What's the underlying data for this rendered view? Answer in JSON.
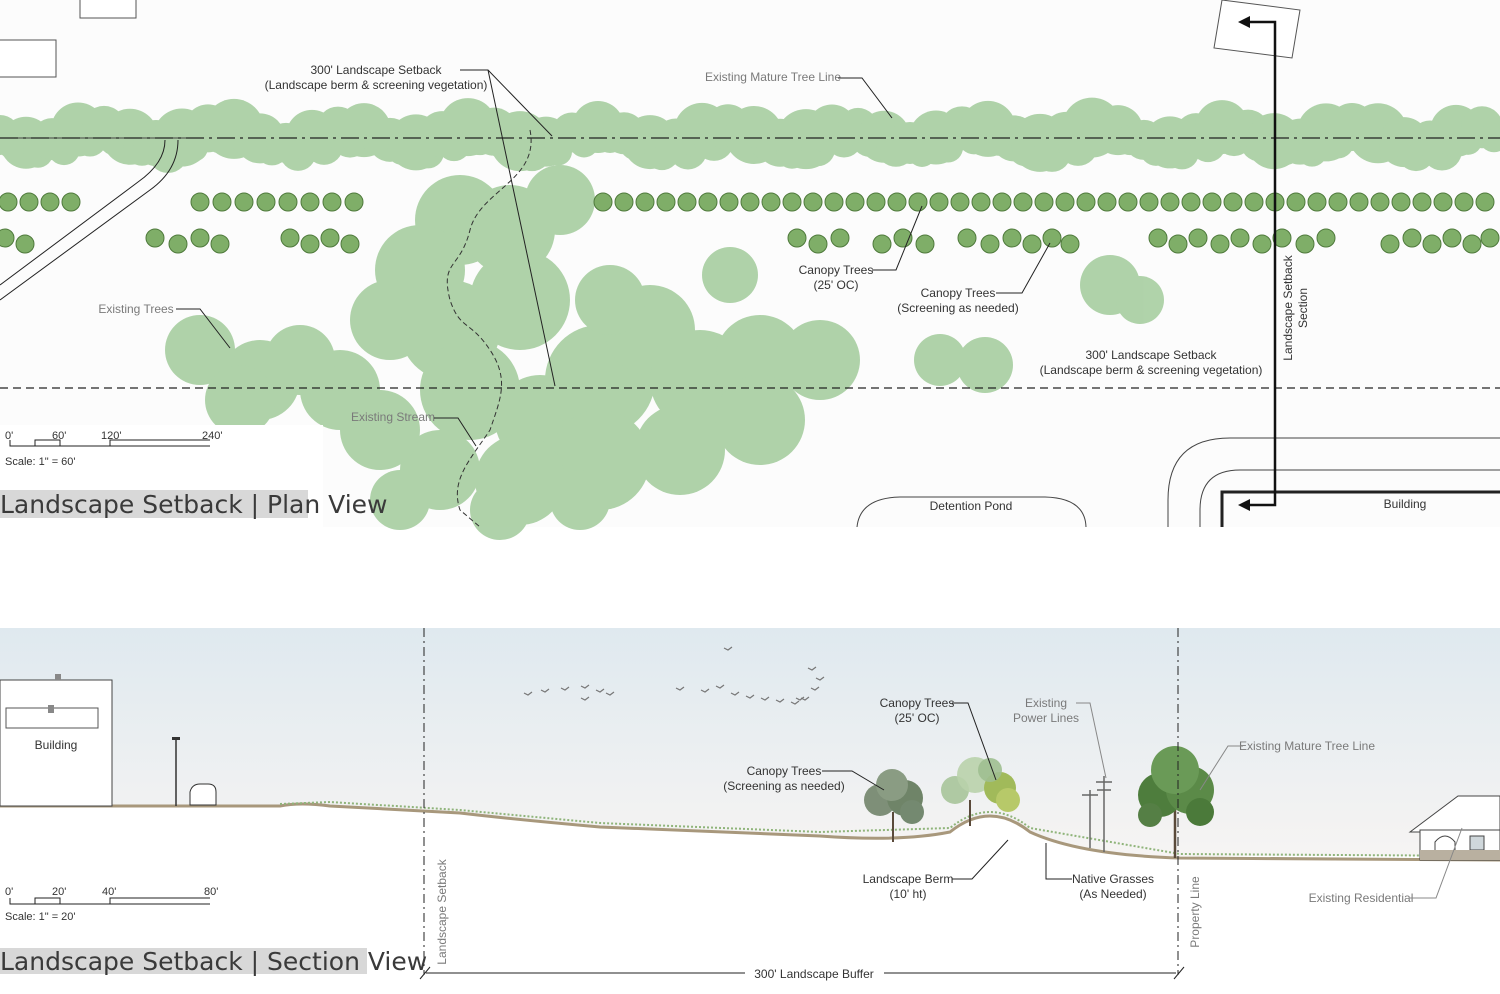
{
  "plan": {
    "title": "Landscape Setback | Plan View",
    "scale_ticks": [
      "0'",
      "60'",
      "120'",
      "240'"
    ],
    "scale": "Scale: 1\" = 60'",
    "labels": {
      "setback_top_1": "300' Landscape Setback",
      "setback_top_2": "(Landscape berm & screening vegetation)",
      "mature_tree_line": "Existing Mature Tree Line",
      "existing_trees": "Existing Trees",
      "canopy_25_1": "Canopy Trees",
      "canopy_25_2": "(25' OC)",
      "canopy_screen_1": "Canopy Trees",
      "canopy_screen_2": "(Screening as needed)",
      "setback_mid_1": "300' Landscape Setback",
      "setback_mid_2": "(Landscape berm & screening vegetation)",
      "stream": "Existing Stream",
      "pond": "Detention Pond",
      "building": "Building",
      "section_1": "Landscape Setback",
      "section_2": "Section"
    }
  },
  "section": {
    "title": "Landscape Setback | Section View",
    "scale_ticks": [
      "0'",
      "20'",
      "40'",
      "80'"
    ],
    "scale": "Scale: 1\" = 20'",
    "labels": {
      "building": "Building",
      "canopy_25_1": "Canopy Trees",
      "canopy_25_2": "(25' OC)",
      "canopy_screen_1": "Canopy Trees",
      "canopy_screen_2": "(Screening as needed)",
      "power_1": "Existing",
      "power_2": "Power Lines",
      "mature_tree_line": "Existing Mature Tree Line",
      "berm_1": "Landscape Berm",
      "berm_2": "(10' ht)",
      "grasses_1": "Native Grasses",
      "grasses_2": "(As Needed)",
      "residential": "Existing Residential",
      "setback_vertical": "Landscape Setback",
      "property_line": "Property Line",
      "buffer": "300' Landscape Buffer"
    }
  },
  "colors": {
    "tree_green": "#a9cfa3",
    "shrub_green": "#7fae68",
    "sky": "#e8eef2",
    "ground": "#b7a98f",
    "title_bar": "#d8d8d8"
  }
}
